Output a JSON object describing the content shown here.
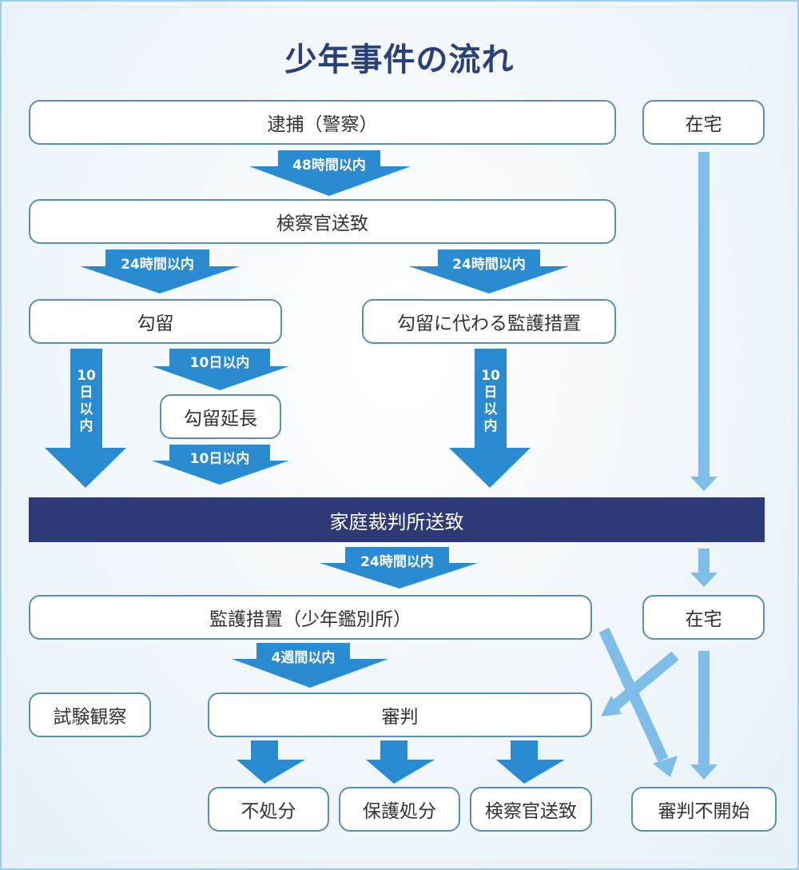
{
  "title": "少年事件の流れ",
  "colors": {
    "title": "#2b3f78",
    "box_border": "#5a8fb0",
    "arrow_dark": "#2a8bd0",
    "arrow_light": "#7dbde7",
    "bar": "#2d3a75"
  },
  "nodes": {
    "arrest": "逮捕（警察）",
    "at_home_1": "在宅",
    "prosecutor_referral": "検察官送致",
    "detention": "勾留",
    "alt_custody": "勾留に代わる監護措置",
    "detention_extension": "勾留延長",
    "family_court_referral": "家庭裁判所送致",
    "custody_classification": "監護措置（少年鑑別所）",
    "at_home_2": "在宅",
    "probation_trial": "試験観察",
    "hearing": "審判",
    "no_disposition": "不処分",
    "protective_disposition": "保護処分",
    "prosecutor_referral_2": "検察官送致",
    "no_hearing": "審判不開始"
  },
  "arrows": {
    "within_48h": "48時間以内",
    "within_24h_left": "24時間以内",
    "within_24h_right": "24時間以内",
    "within_10d_ext": "10日以内",
    "within_10d_after_ext": "10日以内",
    "within_10d_vertical_left": [
      "10",
      "日",
      "以",
      "内"
    ],
    "within_10d_vertical_right": [
      "10",
      "日",
      "以",
      "内"
    ],
    "within_24h_family": "24時間以内",
    "within_4w": "4週間以内"
  }
}
